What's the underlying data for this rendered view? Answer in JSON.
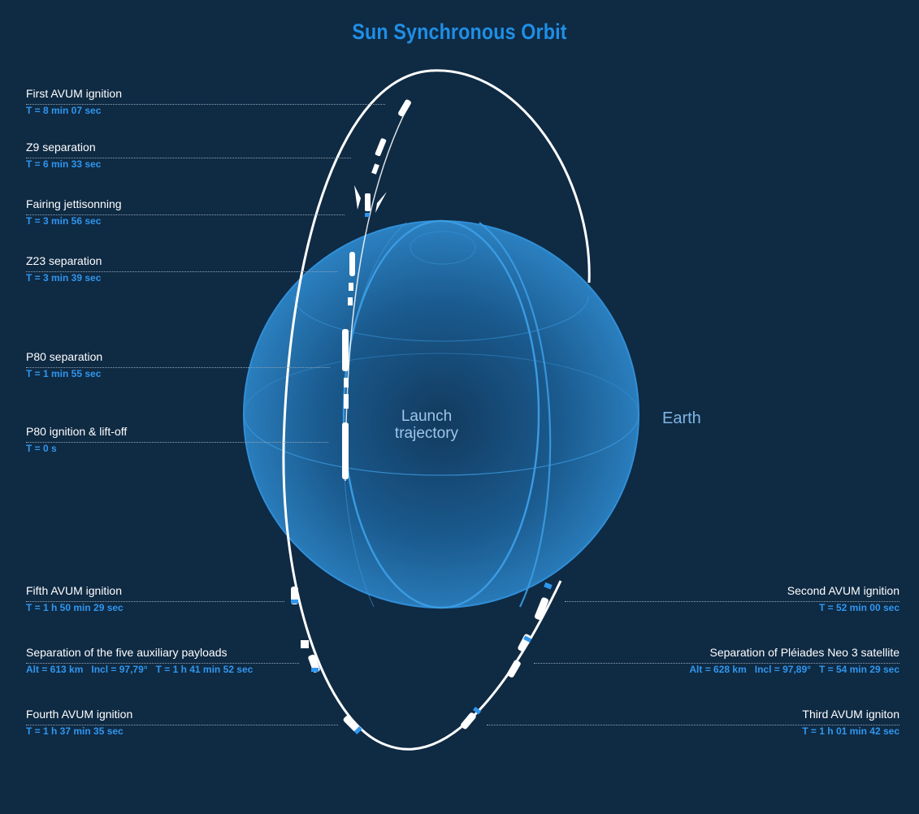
{
  "title": "Sun Synchronous Orbit",
  "center_labels": {
    "launch_line1": "Launch",
    "launch_line2": "trajectory",
    "earth": "Earth"
  },
  "events_left": [
    {
      "name": "First AVUM ignition",
      "value": "T = 8 min 07 sec"
    },
    {
      "name": "Z9 separation",
      "value": "T = 6 min 33 sec"
    },
    {
      "name": "Fairing jettisonning",
      "value": "T = 3 min 56 sec"
    },
    {
      "name": "Z23 separation",
      "value": "T = 3 min 39 sec"
    },
    {
      "name": "P80 separation",
      "value": "T = 1 min 55 sec"
    },
    {
      "name": "P80 ignition & lift-off",
      "value": "T = 0 s"
    },
    {
      "name": "Fifth AVUM ignition",
      "value": "T = 1 h 50 min 29 sec"
    },
    {
      "name": "Separation of the five auxiliary payloads",
      "alt": "Alt = 613 km",
      "incl": "Incl = 97,79°",
      "value": "T = 1 h 41 min 52 sec"
    },
    {
      "name": "Fourth AVUM ignition",
      "value": "T = 1 h 37 min 35 sec"
    }
  ],
  "events_right": [
    {
      "name": "Second AVUM ignition",
      "value": "T = 52 min 00 sec"
    },
    {
      "name": "Separation of Pléiades Neo 3 satellite",
      "alt": "Alt = 628 km",
      "incl": "Incl = 97,89°",
      "value": "T = 54 min 29 sec"
    },
    {
      "name": "Third AVUM igniton",
      "value": "T = 1 h 01 min 42 sec"
    }
  ],
  "colors": {
    "background": "#0f2a43",
    "accent": "#1f8fe6",
    "earth": "#1d6fae",
    "orbit": "#ffffff"
  }
}
